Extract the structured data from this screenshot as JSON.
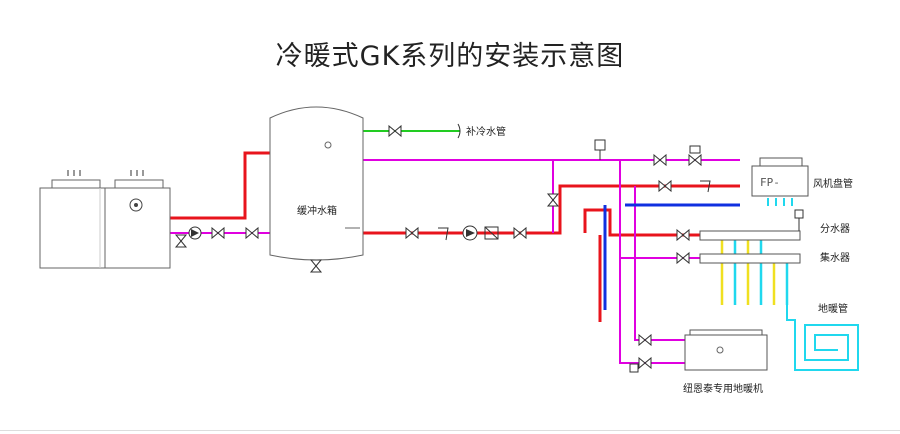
{
  "title": "冷暖式GK系列的安装示意图",
  "labels": {
    "makeup_water": "补冷水管",
    "buffer_tank": "缓冲水箱",
    "fan_coil": "风机盘管",
    "fan_coil_display": "FP-",
    "distributor": "分水器",
    "collector": "集水器",
    "floor_heating_pipe": "地暖管",
    "floor_heater_unit": "纽恩泰专用地暖机"
  },
  "colors": {
    "hot_supply": "#e8141c",
    "return": "#e000e0",
    "cold_makeup": "#22cc22",
    "cold_blue": "#1030e0",
    "hot_yellow": "#f0e020",
    "hot_cyan": "#20d8ee",
    "equipment_outline": "#666666"
  },
  "icons": [
    "heat-pump-unit",
    "fan-icon",
    "valve-icon",
    "pump-icon",
    "filter-icon",
    "check-valve-icon",
    "air-vent-icon",
    "motorized-valve-icon"
  ]
}
